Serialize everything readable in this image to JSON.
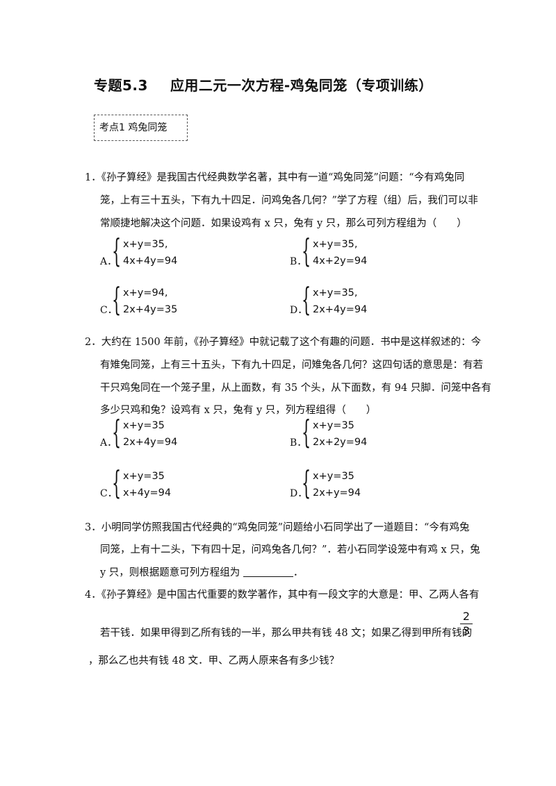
{
  "title": {
    "number": "专题5.3",
    "text": "应用二元一次方程-鸡兔同笼（专项训练）"
  },
  "badge": "考点1 鸡兔同笼",
  "q1": {
    "lines": [
      "1．《孙子算经》是我国古代经典数学名著，其中有一道“鸡兔同笼”问题：“今有鸡兔同",
      "笼，上有三十五头，下有九十四足．问鸡兔各几何？”学了方程（组）后，我们可以非",
      "常顺捷地解决这个问题．如果设鸡有 x 只，兔有 y 只，那么可列方程组为（　　）"
    ],
    "options": [
      {
        "label": "A．",
        "eq1": "x+y=35,",
        "eq2": "4x+4y=94"
      },
      {
        "label": "B．",
        "eq1": "x+y=35,",
        "eq2": "4x+2y=94"
      },
      {
        "label": "C．",
        "eq1": "x+y=94,",
        "eq2": "2x+4y=35"
      },
      {
        "label": "D．",
        "eq1": "x+y=35,",
        "eq2": "2x+4y=94"
      }
    ]
  },
  "q2": {
    "lines": [
      "2．大约在 1500 年前，《孙子算经》中就记载了这个有趣的问题．书中是这样叙述的：今",
      "有雉兔同笼，上有三十五头，下有九十四足，问雉兔各几何？这四句话的意思是：有若",
      "干只鸡兔同在一个笼子里，从上面数，有 35 个头，从下面数，有 94 只脚．问笼中各有",
      "多少只鸡和兔？设鸡有 x 只，兔有 y 只，列方程组得（　　）"
    ],
    "options": [
      {
        "label": "A．",
        "eq1": "x+y=35",
        "eq2": "2x+4y=94"
      },
      {
        "label": "B．",
        "eq1": "x+y=35",
        "eq2": "2x+2y=94"
      },
      {
        "label": "C．",
        "eq1": "x+y=35",
        "eq2": "x+4y=94"
      },
      {
        "label": "D．",
        "eq1": "x+y=35",
        "eq2": "2x+y=94"
      }
    ]
  },
  "q3": {
    "lines": [
      "3．小明同学仿照我国古代经典的“鸡兔同笼”问题给小石同学出了一道题目：“今有鸡兔",
      "同笼，上有十二头，下有四十足，问鸡兔各几何？”．若小石同学设笼中有鸡 x 只，兔"
    ],
    "last": "y 只，则根据题意可列方程组为",
    "end": "．"
  },
  "q4": {
    "line1": "4．《孙子算经》是中国古代重要的数学著作，其中有一段文字的大意是：甲、乙两人各有",
    "line2": "若干钱．如果甲得到乙所有钱的一半，那么甲共有钱 48 文；如果乙得到甲所有钱的",
    "frac_num": "2",
    "frac_den": "3",
    "line3": "，那么乙也共有钱 48 文．甲、乙两人原来各有多少钱？"
  }
}
